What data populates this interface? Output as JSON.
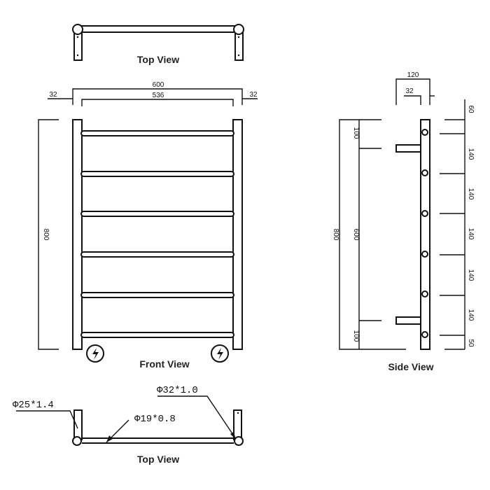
{
  "views": {
    "top_view_upper": {
      "label": "Top View"
    },
    "front_view": {
      "label": "Front View"
    },
    "side_view": {
      "label": "Side View"
    },
    "top_view_lower": {
      "label": "Top View"
    }
  },
  "front_dimensions": {
    "overall_width": "600",
    "inner_width": "536",
    "left_offset": "32",
    "right_offset": "32",
    "height": "800",
    "rail_count": 6
  },
  "side_dimensions": {
    "depth": "120",
    "tube": "32",
    "height": "800",
    "bracket_span": "600",
    "top_bracket_offset": "100",
    "bottom_bracket_offset": "100",
    "spacing_labels": [
      "60",
      "140",
      "140",
      "140",
      "140",
      "140",
      "50"
    ]
  },
  "tube_specs": {
    "upright": "Φ25*1.4",
    "rail": "Φ19*0.8",
    "end_cap": "Φ32*1.0"
  },
  "icons": [
    "power-icon",
    "power-icon"
  ]
}
